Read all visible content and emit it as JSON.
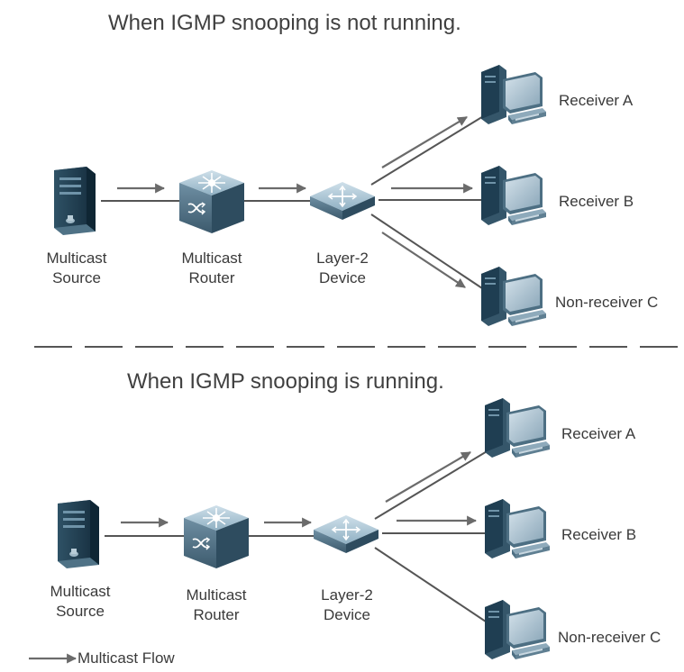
{
  "diagram": {
    "sections": [
      {
        "title": "When IGMP snooping is not running.",
        "source": [
          "Multicast",
          "Source"
        ],
        "router": [
          "Multicast",
          "Router"
        ],
        "switch": [
          "Layer-2",
          "Device"
        ],
        "receivers": [
          "Receiver A",
          "Receiver B",
          "Non-receiver C"
        ],
        "flows_to_receivers": [
          true,
          true,
          true
        ]
      },
      {
        "title": "When IGMP snooping is running.",
        "source": [
          "Multicast",
          "Source"
        ],
        "router": [
          "Multicast",
          "Router"
        ],
        "switch": [
          "Layer-2",
          "Device"
        ],
        "receivers": [
          "Receiver A",
          "Receiver B",
          "Non-receiver C"
        ],
        "flows_to_receivers": [
          true,
          true,
          false
        ]
      }
    ],
    "legend": {
      "label": "Multicast Flow"
    },
    "colors": {
      "link": "#555555",
      "arrow": "#6b6b6b",
      "divider": "#555555",
      "device_dark": "#1f3e52",
      "device_mid": "#5d7f94",
      "device_light": "#a9c4d3"
    }
  }
}
